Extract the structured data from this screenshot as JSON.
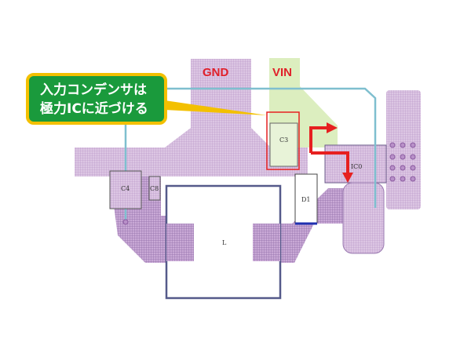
{
  "callout": {
    "line1": "入力コンデンサは",
    "line2": "極力ICに近づける"
  },
  "nets": {
    "gnd": "GND",
    "vin": "VIN"
  },
  "refs": {
    "c3": "C3",
    "c4": "C4",
    "c8": "C8",
    "d1": "D1",
    "ic": "IC0",
    "l": "L"
  },
  "colors": {
    "copper": "#c9a8d4",
    "vin_copper": "#cfe9a6",
    "highlight": "#e62020",
    "trace": "#7fbfcf",
    "callout_bg": "#1a9a3c",
    "callout_border": "#f3c000"
  }
}
